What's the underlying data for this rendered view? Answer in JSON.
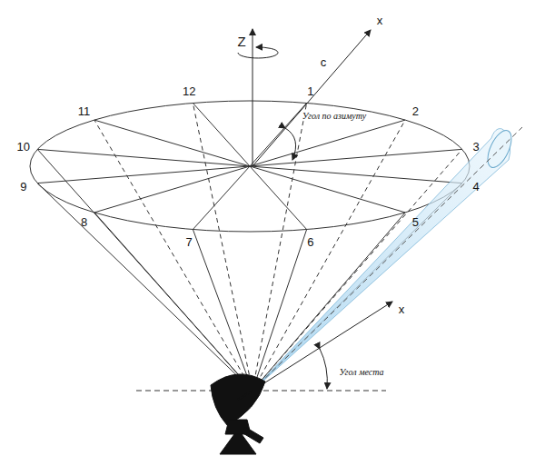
{
  "diagram": {
    "labels": [
      "Z",
      "x",
      "c",
      "1",
      "2",
      "3",
      "4",
      "5",
      "6",
      "7",
      "8",
      "9",
      "10",
      "11",
      "12",
      "Угол по азимуту",
      "x",
      "Угол места"
    ]
  }
}
